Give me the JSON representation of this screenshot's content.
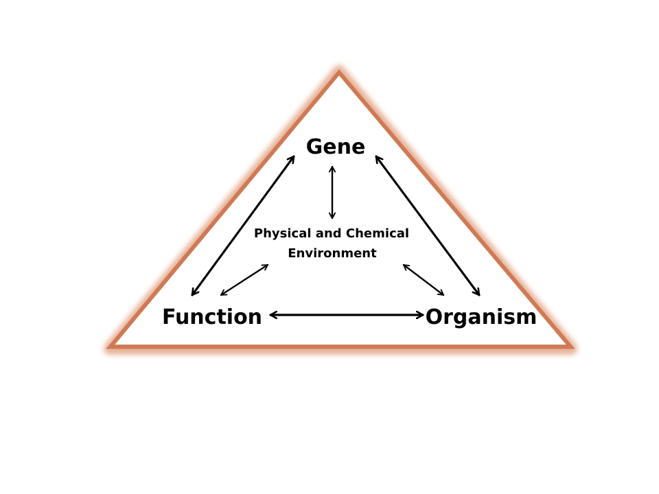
{
  "diagram": {
    "nodes": {
      "gene": "Gene",
      "function": "Function",
      "organism": "Organism",
      "environment_line1": "Physical and Chemical",
      "environment_line2": "Environment"
    },
    "colors": {
      "triangle_stroke": "#d07f5a",
      "triangle_glow": "#e0a080",
      "arrow": "#000000",
      "text": "#000000"
    },
    "edges": [
      {
        "from": "Gene",
        "to": "Function",
        "direction": "both"
      },
      {
        "from": "Gene",
        "to": "Organism",
        "direction": "both"
      },
      {
        "from": "Function",
        "to": "Organism",
        "direction": "both"
      },
      {
        "from": "Gene",
        "to": "Physical and Chemical Environment",
        "direction": "both"
      },
      {
        "from": "Function",
        "to": "Physical and Chemical Environment",
        "direction": "both"
      },
      {
        "from": "Organism",
        "to": "Physical and Chemical Environment",
        "direction": "both"
      }
    ]
  }
}
